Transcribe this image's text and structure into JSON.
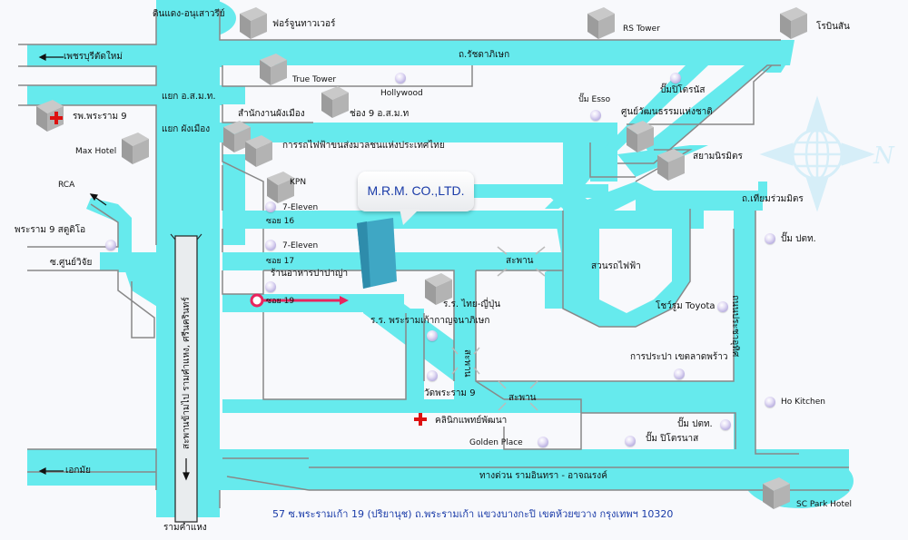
{
  "map": {
    "company_callout": "M.R.M. CO.,LTD.",
    "address": "57 ซ.พระรามเก้า 19 (ปริยานุช) ถ.พระรามเก้า แขวงบางกะปิ เขตห้วยขวาง กรุงเทพฯ 10320",
    "compass_label": "N",
    "colors": {
      "road": "#66eaed",
      "road_edge": "#888888",
      "callout_text": "#1a3ba8",
      "route_arrow": "#e8245e",
      "hospital": "#dd1111",
      "compass": "#d6eef8",
      "target_building": "#3fa7c4"
    },
    "roads": {
      "din_daeng": "ดินแดง-อนุเสาวรีย์",
      "phetchaburi": "เพชรบุรีตัดใหม่",
      "ratchadaphisek": "ถ.รัชดาภิเษก",
      "mcot_junction": "แยก อ.ส.ม.ท.",
      "phang_mueang_junction": "แยก ผังเมือง",
      "soi_16": "ซอย 16",
      "soi_17": "ซอย 17",
      "soi_19": "ซอย 19",
      "soi_sun_wichai": "ซ.ศูนย์วิจัย",
      "ekkamai": "เอกมัย",
      "ramkhamhaeng": "รามคำแหง",
      "overpass_vertical": "สะพานข้ามไป รามคำแหง, ศรีนครินทร์",
      "thiam_ruam_mit": "ถ.เทียมร่วมมิตร",
      "pracha_uthit": "ถนนประชาอุทิศ",
      "expressway": "ทางด่วน รามอินทรา - อาจณรงค์",
      "bridge_1": "สะพาน",
      "bridge_2": "สะพาน",
      "bridge_3": "สะพาน"
    },
    "places": {
      "fortune_tower": "ฟอร์จูนทาวเวอร์",
      "rs_tower": "RS Tower",
      "robinson": "โรบินสัน",
      "true_tower": "True Tower",
      "hollywood": "Hollywood",
      "esso": "ปั๊ม Esso",
      "petronas_top": "ปั๊มปิโตรนัส",
      "rama9_hospital": "รพ.พระราม 9",
      "max_hotel": "Max Hotel",
      "town_planning": "สำนักงานผังเมือง",
      "mcot_ch9": "ช่อง 9 อ.ส.ม.ท",
      "cultural_center": "ศูนย์วัฒนธรรมแห่งชาติ",
      "mrta": "การรถไฟฟ้าขนส่งมวลชนแห่งประเทศไทย",
      "siam_niramit": "สยามนิรมิตร",
      "kpn": "KPN",
      "seven_eleven_1": "7-Eleven",
      "seven_eleven_2": "7-Eleven",
      "rca": "RCA",
      "rama9_studio": "พระราม 9 สตูดิโอ",
      "papanya": "ร้านอาหารปาปาญ่า",
      "thai_japan_school": "ร.ร. ไทย-ญี่ปุ่น",
      "rama9_school": "ร.ร. พระรามเก้ากาญจนาภิเษก",
      "wat_rama9": "วัดพระราม 9",
      "clinic": "คลินิกแพทย์พัฒนา",
      "golden_place": "Golden Place",
      "rail_park": "สวนรถไฟฟ้า",
      "toyota": "โชว์รูม Toyota",
      "waterworks": "การประปา เขตลาดพร้าว",
      "ptt_right": "ปั๊ม ปตท.",
      "ho_kitchen": "Ho Kitchen",
      "ptt_bottom": "ปั๊ม ปตท.",
      "petronas_bottom": "ปั๊ม ปิโตรนาส",
      "sc_park": "SC Park Hotel"
    },
    "icons": {
      "building": "building-icon",
      "poi": "poi-marker-icon",
      "hospital": "hospital-cross-icon",
      "compass": "compass-icon",
      "target": "target-building-icon",
      "route": "route-arrow-icon"
    }
  }
}
